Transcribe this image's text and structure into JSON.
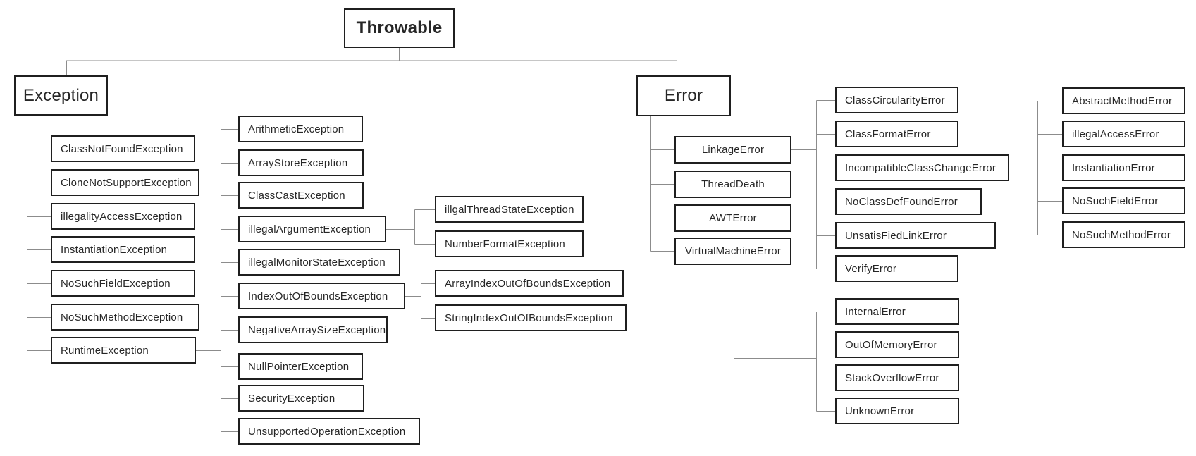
{
  "diagram": {
    "root_label": "Throwable",
    "colors": {
      "background": "#ffffff",
      "box_border": "#1f1f1f",
      "connector_line": "#8c8c8c",
      "text": "#262626"
    },
    "nodes": {
      "throwable": {
        "label": "Throwable"
      },
      "exception": {
        "label": "Exception"
      },
      "error": {
        "label": "Error"
      },
      "classNotFoundException": {
        "label": "ClassNotFoundException"
      },
      "cloneNotSupportException": {
        "label": "CloneNotSupportException"
      },
      "illegalityAccessException": {
        "label": "illegalityAccessException"
      },
      "instantiationException": {
        "label": "InstantiationException"
      },
      "noSuchFieldException": {
        "label": "NoSuchFieldException"
      },
      "noSuchMethodException": {
        "label": "NoSuchMethodException"
      },
      "runtimeException": {
        "label": "RuntimeException"
      },
      "arithmeticException": {
        "label": "ArithmeticException"
      },
      "arrayStoreException": {
        "label": "ArrayStoreException"
      },
      "classCastException": {
        "label": "ClassCastException"
      },
      "illegalArgumentException": {
        "label": "illegalArgumentException"
      },
      "illegalMonitorStateException": {
        "label": "illegalMonitorStateException"
      },
      "indexOutOfBoundsException": {
        "label": "IndexOutOfBoundsException"
      },
      "negativeArraySizeException": {
        "label": "NegativeArraySizeException"
      },
      "nullPointerException": {
        "label": "NullPointerException"
      },
      "securityException": {
        "label": "SecurityException"
      },
      "unsupportedOperationException": {
        "label": "UnsupportedOperationException"
      },
      "illgalThreadStateException": {
        "label": "illgalThreadStateException"
      },
      "numberFormatException": {
        "label": "NumberFormatException"
      },
      "arrayIndexOutOfBoundsException": {
        "label": "ArrayIndexOutOfBoundsException"
      },
      "stringIndexOutOfBoundsException": {
        "label": "StringIndexOutOfBoundsException"
      },
      "linkageError": {
        "label": "LinkageError"
      },
      "threadDeath": {
        "label": "ThreadDeath"
      },
      "awtError": {
        "label": "AWTError"
      },
      "virtualMachineError": {
        "label": "VirtualMachineError"
      },
      "classCircularityError": {
        "label": "ClassCircularityError"
      },
      "classFormatError": {
        "label": "ClassFormatError"
      },
      "incompatibleClassChangeError": {
        "label": "IncompatibleClassChangeError"
      },
      "noClassDefFoundError": {
        "label": "NoClassDefFoundError"
      },
      "unsatisFiedLinkError": {
        "label": "UnsatisFiedLinkError"
      },
      "verifyError": {
        "label": "VerifyError"
      },
      "abstractMethodError": {
        "label": "AbstractMethodError"
      },
      "illegalAccessError": {
        "label": "illegalAccessError"
      },
      "instantiationError": {
        "label": "InstantiationError"
      },
      "noSuchFieldError": {
        "label": "NoSuchFieldError"
      },
      "noSuchMethodError": {
        "label": "NoSuchMethodError"
      },
      "internalError": {
        "label": "InternalError"
      },
      "outOfMemoryError": {
        "label": "OutOfMemoryError"
      },
      "stackOverflowError": {
        "label": "StackOverflowError"
      },
      "unknownError": {
        "label": "UnknownError"
      }
    },
    "edges": [
      [
        "throwable",
        "exception"
      ],
      [
        "throwable",
        "error"
      ],
      [
        "exception",
        "classNotFoundException"
      ],
      [
        "exception",
        "cloneNotSupportException"
      ],
      [
        "exception",
        "illegalityAccessException"
      ],
      [
        "exception",
        "instantiationException"
      ],
      [
        "exception",
        "noSuchFieldException"
      ],
      [
        "exception",
        "noSuchMethodException"
      ],
      [
        "exception",
        "runtimeException"
      ],
      [
        "runtimeException",
        "arithmeticException"
      ],
      [
        "runtimeException",
        "arrayStoreException"
      ],
      [
        "runtimeException",
        "classCastException"
      ],
      [
        "runtimeException",
        "illegalArgumentException"
      ],
      [
        "runtimeException",
        "illegalMonitorStateException"
      ],
      [
        "runtimeException",
        "indexOutOfBoundsException"
      ],
      [
        "runtimeException",
        "negativeArraySizeException"
      ],
      [
        "runtimeException",
        "nullPointerException"
      ],
      [
        "runtimeException",
        "securityException"
      ],
      [
        "runtimeException",
        "unsupportedOperationException"
      ],
      [
        "illegalArgumentException",
        "illgalThreadStateException"
      ],
      [
        "illegalArgumentException",
        "numberFormatException"
      ],
      [
        "indexOutOfBoundsException",
        "arrayIndexOutOfBoundsException"
      ],
      [
        "indexOutOfBoundsException",
        "stringIndexOutOfBoundsException"
      ],
      [
        "error",
        "linkageError"
      ],
      [
        "error",
        "threadDeath"
      ],
      [
        "error",
        "awtError"
      ],
      [
        "error",
        "virtualMachineError"
      ],
      [
        "linkageError",
        "classCircularityError"
      ],
      [
        "linkageError",
        "classFormatError"
      ],
      [
        "linkageError",
        "incompatibleClassChangeError"
      ],
      [
        "linkageError",
        "noClassDefFoundError"
      ],
      [
        "linkageError",
        "unsatisFiedLinkError"
      ],
      [
        "linkageError",
        "verifyError"
      ],
      [
        "incompatibleClassChangeError",
        "abstractMethodError"
      ],
      [
        "incompatibleClassChangeError",
        "illegalAccessError"
      ],
      [
        "incompatibleClassChangeError",
        "instantiationError"
      ],
      [
        "incompatibleClassChangeError",
        "noSuchFieldError"
      ],
      [
        "incompatibleClassChangeError",
        "noSuchMethodError"
      ],
      [
        "virtualMachineError",
        "internalError"
      ],
      [
        "virtualMachineError",
        "outOfMemoryError"
      ],
      [
        "virtualMachineError",
        "stackOverflowError"
      ],
      [
        "virtualMachineError",
        "unknownError"
      ]
    ]
  }
}
